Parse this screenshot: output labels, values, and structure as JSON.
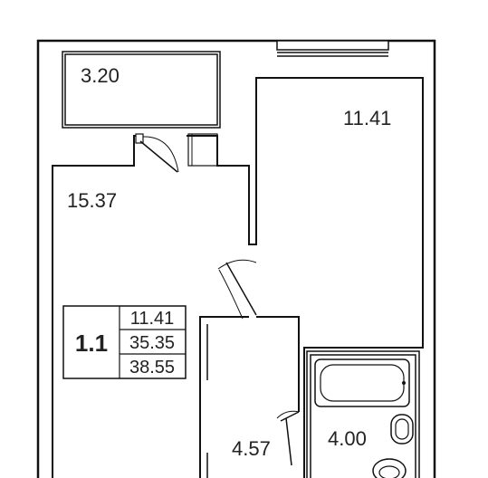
{
  "rooms": {
    "balcony": "3.20",
    "bedroom": "11.41",
    "living": "15.37",
    "hall": "4.57",
    "bath": "4.00"
  },
  "apartment": {
    "number": "1.1",
    "living_area": "11.41",
    "total_area": "35.35",
    "area_with_balcony": "38.55"
  }
}
